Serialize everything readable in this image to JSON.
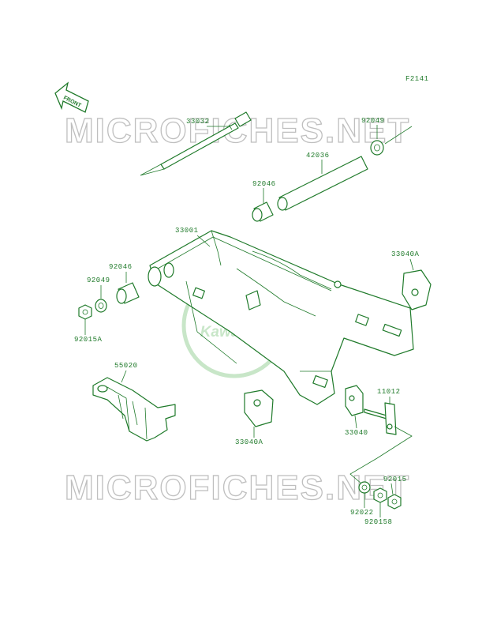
{
  "figure_code": "F2141",
  "front_label": "FRONT",
  "watermark_text": "MICROFICHES.NET",
  "logo_text": "Kawasaki",
  "accent_color": "#1f7a2a",
  "parts": {
    "p33032": "33032",
    "p92049_top": "92049",
    "p42036": "42036",
    "p92046_top": "92046",
    "p33001": "33001",
    "p33040A_right": "33040A",
    "p92046_left": "92046",
    "p92049_left": "92049",
    "p92015A": "92015A",
    "p55020": "55020",
    "p33040A_bottom": "33040A",
    "p11012": "11012",
    "p33040": "33040",
    "p92015": "92015",
    "p92022": "92022",
    "p920158": "920158"
  }
}
